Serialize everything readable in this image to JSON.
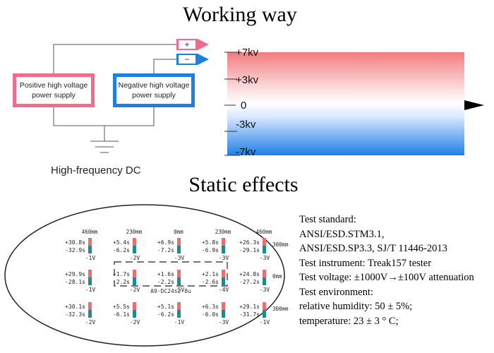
{
  "titles": {
    "working": "Working way",
    "static": "Static effects"
  },
  "circuit": {
    "positive_supply": [
      "Positive high voltage",
      "power supply"
    ],
    "negative_supply": [
      "Negative high voltage",
      "power supply"
    ],
    "plus_sign": "+",
    "minus_sign": "−",
    "caption": "High-frequency DC"
  },
  "voltage_scale": {
    "labels": [
      "+7kv",
      "+3kv",
      "0",
      "-3kv",
      "-7kv"
    ],
    "colors": {
      "positive": "#f37b7f",
      "negative": "#1e7fe8"
    }
  },
  "measurement_map": {
    "label": "A9-DC24s2-8u",
    "dims": {
      "top": [
        "460mm",
        "230mm",
        "0mm",
        "230mm",
        "460mm"
      ],
      "right": [
        "300mm",
        "0mm",
        "300mm"
      ]
    },
    "rows": [
      [
        {
          "t1": "+30.8s",
          "t2": "-32.9s",
          "v": "-1V"
        },
        {
          "t1": "+5.4s",
          "t2": "-6.2s",
          "v": "-2V"
        },
        {
          "t1": "+6.9s",
          "t2": "-7.2s",
          "v": "-3V"
        },
        {
          "t1": "+5.8s",
          "t2": "-6.9s",
          "v": "-3V"
        },
        {
          "t1": "+26.3s",
          "t2": "-29.1s",
          "v": "-3V"
        }
      ],
      [
        {
          "t1": "+29.9s",
          "t2": "-28.1s",
          "v": "-1V"
        },
        {
          "t1": "+1.7s",
          "t2": "-2.2s",
          "v": "-2V"
        },
        {
          "t1": "+1.6s",
          "t2": "-2.2s",
          "v": "-5V"
        },
        {
          "t1": "+2.1s",
          "t2": "-2.6s",
          "v": "-4V"
        },
        {
          "t1": "+24.8s",
          "t2": "-27.2s",
          "v": "-3V"
        }
      ],
      [
        {
          "t1": "+30.1s",
          "t2": "-32.3s",
          "v": "-2V"
        },
        {
          "t1": "+5.5s",
          "t2": "-6.1s",
          "v": "-2V"
        },
        {
          "t1": "+5.1s",
          "t2": "-6.2s",
          "v": "-1V"
        },
        {
          "t1": "+6.3s",
          "t2": "-6.0s",
          "v": "-3V"
        },
        {
          "t1": "+29.1s",
          "t2": "-31.7s",
          "v": "-1V"
        }
      ]
    ]
  },
  "test_info": {
    "lines": [
      "Test standard:",
      "ANSI/ESD.STM3.1,",
      "ANSI/ESD.SP3.3, SJ/T 11446-2013",
      "Test instrument: Treak157 tester",
      "Test voltage: ±1000V→±100V attenuation",
      "Test environment:",
      "relative humidity: 50 ± 5%;",
      "temperature: 23 ± 3 ° C;"
    ]
  }
}
